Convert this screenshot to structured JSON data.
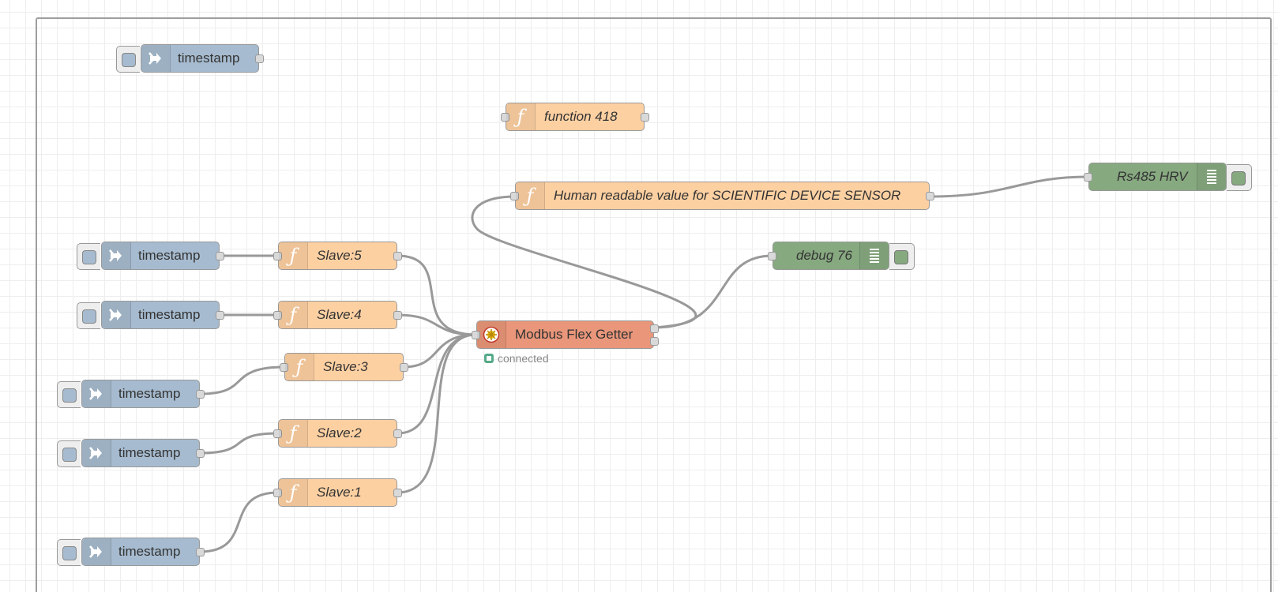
{
  "labels": {
    "ts_top": "timestamp",
    "ts_1": "timestamp",
    "ts_2": "timestamp",
    "ts_3": "timestamp",
    "ts_4": "timestamp",
    "ts_5": "timestamp",
    "fn_418": "function 418",
    "fn_human": "Human readable value for SCIENTIFIC DEVICE SENSOR",
    "fn_slave5": "Slave:5",
    "fn_slave4": "Slave:4",
    "fn_slave3": "Slave:3",
    "fn_slave2": "Slave:2",
    "fn_slave1": "Slave:1",
    "modbus": "Modbus Flex Getter",
    "modbus_status": "connected",
    "debug_rs485": "Rs485 HRV",
    "debug_76": "debug 76"
  },
  "colors": {
    "inject": "#a6bbcf",
    "function": "#fdd0a2",
    "debug": "#87a980",
    "modbus": "#e9967a",
    "wire": "#999999",
    "status_connected": "#55aa88"
  },
  "icons": {
    "inject": "arrow-in-icon",
    "function": "function-icon",
    "debug": "list-icon",
    "modbus": "modbus-icon"
  },
  "wires": [
    [
      "inject-ts-1",
      "function-slave5"
    ],
    [
      "inject-ts-2",
      "function-slave4"
    ],
    [
      "inject-ts-3",
      "function-slave3"
    ],
    [
      "inject-ts-4",
      "function-slave2"
    ],
    [
      "inject-ts-5",
      "function-slave1"
    ],
    [
      "function-slave5",
      "modbus-flex-getter"
    ],
    [
      "function-slave4",
      "modbus-flex-getter"
    ],
    [
      "function-slave3",
      "modbus-flex-getter"
    ],
    [
      "function-slave2",
      "modbus-flex-getter"
    ],
    [
      "function-slave1",
      "modbus-flex-getter"
    ],
    [
      "modbus-flex-getter",
      "debug-76"
    ],
    [
      "modbus-flex-getter",
      "function-human-readable"
    ],
    [
      "function-human-readable",
      "debug-rs485"
    ]
  ]
}
